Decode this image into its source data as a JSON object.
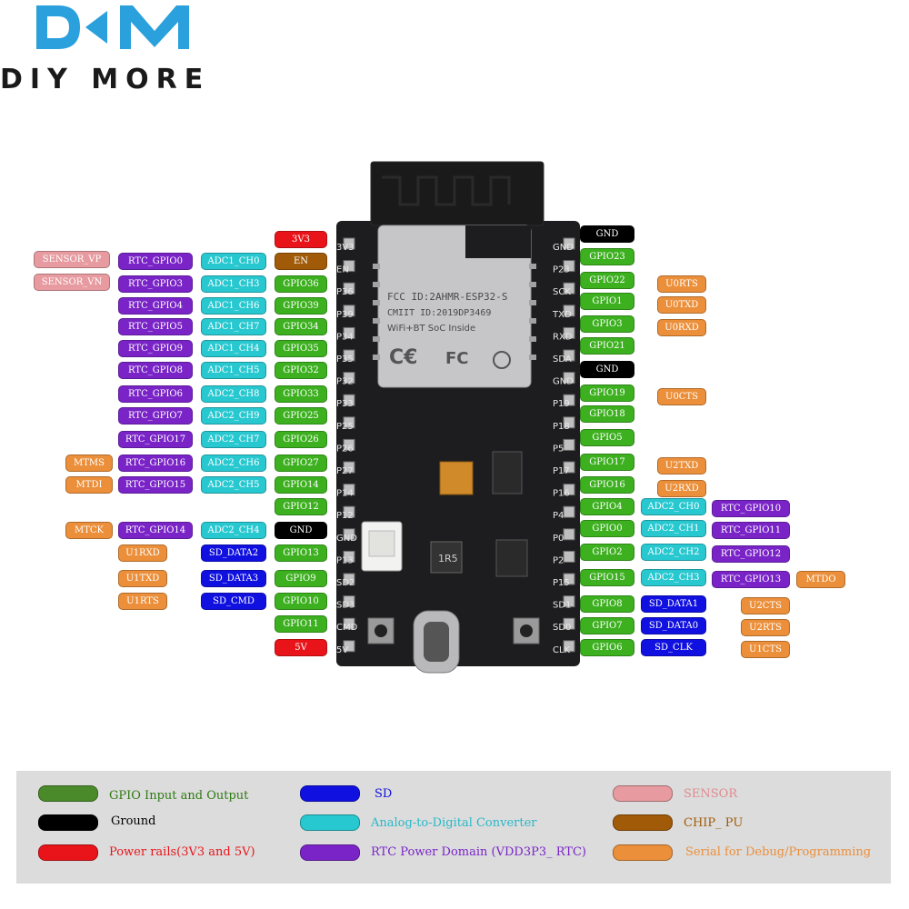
{
  "brand": {
    "logo_text": "DM",
    "name": "DIY MORE"
  },
  "colors": {
    "gpio": "#3cb01f",
    "ground": "#000000",
    "power": "#e8141a",
    "sd": "#1010e0",
    "adc": "#28c8d0",
    "rtc": "#7a24c8",
    "sensor": "#e79ba0",
    "chip_pu": "#a05a08",
    "serial": "#eb8f3a",
    "legend_gpio": "#4a8a2a",
    "legend_bg": "#dcdcdc"
  },
  "module": {
    "fcc_line": "FCC ID:2AHMR-ESP32-S",
    "cmiit_line": "CMIIT ID:2019DP3469",
    "wifi_line": "WiFi+BT SoC Inside",
    "inductor": "1R5"
  },
  "board_left_silk": [
    "3V3",
    "EN",
    "P36",
    "P39",
    "P34",
    "P35",
    "P32",
    "P33",
    "P25",
    "P26",
    "P27",
    "P14",
    "P12",
    "GND",
    "P13",
    "SD2",
    "SD3",
    "CMD",
    "5V"
  ],
  "board_right_silk": [
    "GND",
    "P23",
    "SCK",
    "TXD",
    "RXD",
    "SDA",
    "GND",
    "P19",
    "P18",
    "P5",
    "P17",
    "P16",
    "P4",
    "P0",
    "P2",
    "P15",
    "SD1",
    "SD0",
    "CLK"
  ],
  "left_pins": [
    {
      "pin": "3V3",
      "pin_kind": "power",
      "adc": "",
      "rtc": "",
      "extra": "",
      "extra_kind": ""
    },
    {
      "pin": "EN",
      "pin_kind": "chip_pu",
      "adc": "ADC1_CH0",
      "rtc": "RTC_GPIO0",
      "extra": "SENSOR_VP",
      "extra_kind": "sensor"
    },
    {
      "pin": "GPIO36",
      "pin_kind": "gpio",
      "adc": "ADC1_CH3",
      "rtc": "RTC_GPIO3",
      "extra": "SENSOR_VN",
      "extra_kind": "sensor"
    },
    {
      "pin": "GPIO39",
      "pin_kind": "gpio",
      "adc": "ADC1_CH6",
      "rtc": "RTC_GPIO4",
      "extra": "",
      "extra_kind": ""
    },
    {
      "pin": "GPIO34",
      "pin_kind": "gpio",
      "adc": "ADC1_CH7",
      "rtc": "RTC_GPIO5",
      "extra": "",
      "extra_kind": ""
    },
    {
      "pin": "GPIO35",
      "pin_kind": "gpio",
      "adc": "ADC1_CH4",
      "rtc": "RTC_GPIO9",
      "extra": "",
      "extra_kind": ""
    },
    {
      "pin": "GPIO32",
      "pin_kind": "gpio",
      "adc": "ADC1_CH5",
      "rtc": "RTC_GPIO8",
      "extra": "",
      "extra_kind": ""
    },
    {
      "pin": "GPIO33",
      "pin_kind": "gpio",
      "adc": "ADC2_CH8",
      "rtc": "RTC_GPIO6",
      "extra": "",
      "extra_kind": ""
    },
    {
      "pin": "GPIO25",
      "pin_kind": "gpio",
      "adc": "ADC2_CH9",
      "rtc": "RTC_GPIO7",
      "extra": "",
      "extra_kind": ""
    },
    {
      "pin": "GPIO26",
      "pin_kind": "gpio",
      "adc": "ADC2_CH7",
      "rtc": "RTC_GPIO17",
      "extra": "",
      "extra_kind": ""
    },
    {
      "pin": "GPIO27",
      "pin_kind": "gpio",
      "adc": "ADC2_CH6",
      "rtc": "RTC_GPIO16",
      "extra": "MTMS",
      "extra_kind": "serial"
    },
    {
      "pin": "GPIO14",
      "pin_kind": "gpio",
      "adc": "ADC2_CH5",
      "rtc": "RTC_GPIO15",
      "extra": "MTDI",
      "extra_kind": "serial"
    },
    {
      "pin": "GPIO12",
      "pin_kind": "gpio",
      "adc": "",
      "rtc": "",
      "extra": "",
      "extra_kind": ""
    },
    {
      "pin": "GND",
      "pin_kind": "ground",
      "adc": "ADC2_CH4",
      "rtc": "RTC_GPIO14",
      "extra": "MTCK",
      "extra_kind": "serial"
    },
    {
      "pin": "GPIO13",
      "pin_kind": "gpio",
      "adc": "SD_DATA2",
      "adc_kind": "sd",
      "rtc": "U1RXD",
      "rtc_kind": "serial",
      "extra": "",
      "extra_kind": ""
    },
    {
      "pin": "GPIO9",
      "pin_kind": "gpio",
      "adc": "SD_DATA3",
      "adc_kind": "sd",
      "rtc": "U1TXD",
      "rtc_kind": "serial",
      "extra": "",
      "extra_kind": ""
    },
    {
      "pin": "GPIO10",
      "pin_kind": "gpio",
      "adc": "SD_CMD",
      "adc_kind": "sd",
      "rtc": "U1RTS",
      "rtc_kind": "serial",
      "extra": "",
      "extra_kind": ""
    },
    {
      "pin": "GPIO11",
      "pin_kind": "gpio",
      "adc": "",
      "rtc": "",
      "extra": "",
      "extra_kind": ""
    },
    {
      "pin": "5V",
      "pin_kind": "power",
      "adc": "",
      "rtc": "",
      "extra": "",
      "extra_kind": ""
    }
  ],
  "right_pins": [
    {
      "pin": "GND",
      "pin_kind": "ground",
      "a": "",
      "a_kind": "",
      "b": "",
      "b_kind": "",
      "c": "",
      "c_kind": ""
    },
    {
      "pin": "GPIO23",
      "pin_kind": "gpio",
      "a": "",
      "a_kind": "",
      "b": "",
      "b_kind": "",
      "c": "",
      "c_kind": ""
    },
    {
      "pin": "GPIO22",
      "pin_kind": "gpio",
      "a": "U0RTS",
      "a_kind": "serial",
      "b": "",
      "b_kind": "",
      "c": "",
      "c_kind": ""
    },
    {
      "pin": "GPIO1",
      "pin_kind": "gpio",
      "a": "U0TXD",
      "a_kind": "serial",
      "b": "",
      "b_kind": "",
      "c": "",
      "c_kind": ""
    },
    {
      "pin": "GPIO3",
      "pin_kind": "gpio",
      "a": "U0RXD",
      "a_kind": "serial",
      "b": "",
      "b_kind": "",
      "c": "",
      "c_kind": ""
    },
    {
      "pin": "GPIO21",
      "pin_kind": "gpio",
      "a": "",
      "a_kind": "",
      "b": "",
      "b_kind": "",
      "c": "",
      "c_kind": ""
    },
    {
      "pin": "GND",
      "pin_kind": "ground",
      "a": "",
      "a_kind": "",
      "b": "",
      "b_kind": "",
      "c": "",
      "c_kind": ""
    },
    {
      "pin": "GPIO19",
      "pin_kind": "gpio",
      "a": "U0CTS",
      "a_kind": "serial",
      "b": "",
      "b_kind": "",
      "c": "",
      "c_kind": ""
    },
    {
      "pin": "GPIO18",
      "pin_kind": "gpio",
      "a": "",
      "a_kind": "",
      "b": "",
      "b_kind": "",
      "c": "",
      "c_kind": ""
    },
    {
      "pin": "GPIO5",
      "pin_kind": "gpio",
      "a": "",
      "a_kind": "",
      "b": "",
      "b_kind": "",
      "c": "",
      "c_kind": ""
    },
    {
      "pin": "GPIO17",
      "pin_kind": "gpio",
      "a": "U2TXD",
      "a_kind": "serial",
      "b": "",
      "b_kind": "",
      "c": "",
      "c_kind": ""
    },
    {
      "pin": "GPIO16",
      "pin_kind": "gpio",
      "a": "U2RXD",
      "a_kind": "serial",
      "b": "",
      "b_kind": "",
      "c": "",
      "c_kind": ""
    },
    {
      "pin": "GPIO4",
      "pin_kind": "gpio",
      "a": "ADC2_CH0",
      "a_kind": "adc",
      "b": "RTC_GPIO10",
      "b_kind": "rtc",
      "c": "",
      "c_kind": ""
    },
    {
      "pin": "GPIO0",
      "pin_kind": "gpio",
      "a": "ADC2_CH1",
      "a_kind": "adc",
      "b": "RTC_GPIO11",
      "b_kind": "rtc",
      "c": "",
      "c_kind": ""
    },
    {
      "pin": "GPIO2",
      "pin_kind": "gpio",
      "a": "ADC2_CH2",
      "a_kind": "adc",
      "b": "RTC_GPIO12",
      "b_kind": "rtc",
      "c": "",
      "c_kind": ""
    },
    {
      "pin": "GPIO15",
      "pin_kind": "gpio",
      "a": "ADC2_CH3",
      "a_kind": "adc",
      "b": "RTC_GPIO13",
      "b_kind": "rtc",
      "c": "MTDO",
      "c_kind": "serial"
    },
    {
      "pin": "GPIO8",
      "pin_kind": "gpio",
      "a": "SD_DATA1",
      "a_kind": "sd",
      "b": "U2CTS",
      "b_kind": "serial",
      "c": "",
      "c_kind": ""
    },
    {
      "pin": "GPIO7",
      "pin_kind": "gpio",
      "a": "SD_DATA0",
      "a_kind": "sd",
      "b": "U2RTS",
      "b_kind": "serial",
      "c": "",
      "c_kind": ""
    },
    {
      "pin": "GPIO6",
      "pin_kind": "gpio",
      "a": "SD_CLK",
      "a_kind": "sd",
      "b": "U1CTS",
      "b_kind": "serial",
      "c": "",
      "c_kind": ""
    }
  ],
  "legend": [
    {
      "label": "GPIO Input and Output",
      "kind": "legend_gpio",
      "text_color": "#2f7a14"
    },
    {
      "label": "Ground",
      "kind": "ground",
      "text_color": "#000000"
    },
    {
      "label": "Power rails(3V3 and 5V)",
      "kind": "power",
      "text_color": "#e8141a"
    },
    {
      "label": "SD",
      "kind": "sd",
      "text_color": "#1010e0"
    },
    {
      "label": "Analog-to-Digital Converter",
      "kind": "adc",
      "text_color": "#28b8c8"
    },
    {
      "label": "RTC Power Domain (VDD3P3_ RTC)",
      "kind": "rtc",
      "text_color": "#7a24c8"
    },
    {
      "label": "SENSOR",
      "kind": "sensor",
      "text_color": "#e08a8f"
    },
    {
      "label": "CHIP_ PU",
      "kind": "chip_pu",
      "text_color": "#a05a08"
    },
    {
      "label": "Serial for Debug/Programming",
      "kind": "serial",
      "text_color": "#eb8f3a"
    }
  ]
}
